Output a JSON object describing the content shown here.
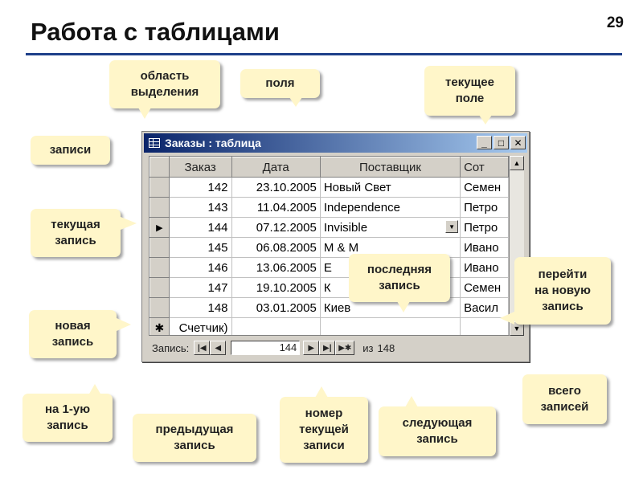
{
  "slide": {
    "title": "Работа с таблицами",
    "page_number": "29"
  },
  "window": {
    "title": "Заказы : таблица",
    "columns": [
      "Заказ",
      "Дата",
      "Поставщик",
      "Сот"
    ],
    "rows": [
      {
        "indicator": "",
        "order": "142",
        "date": "23.10.2005",
        "supplier": "Новый Свет",
        "employee": "Семен"
      },
      {
        "indicator": "",
        "order": "143",
        "date": "11.04.2005",
        "supplier": "Independence",
        "employee": "Петро"
      },
      {
        "indicator": "▶",
        "order": "144",
        "date": "07.12.2005",
        "supplier": "Invisible",
        "employee": "Петро"
      },
      {
        "indicator": "",
        "order": "145",
        "date": "06.08.2005",
        "supplier": "M & M",
        "employee": "Ивано"
      },
      {
        "indicator": "",
        "order": "146",
        "date": "13.06.2005",
        "supplier": "Е",
        "employee": "Ивано"
      },
      {
        "indicator": "",
        "order": "147",
        "date": "19.10.2005",
        "supplier": "К",
        "employee": "Семен"
      },
      {
        "indicator": "",
        "order": "148",
        "date": "03.01.2005",
        "supplier": "Киев",
        "employee": "Васил"
      }
    ],
    "new_row": {
      "indicator": "✱",
      "order": "Счетчик)"
    },
    "nav": {
      "label": "Запись:",
      "current": "144",
      "of_label": "из",
      "total": "148"
    }
  },
  "callouts": {
    "selection_area": "область\nвыделения",
    "fields": "поля",
    "current_field": "текущее\nполе",
    "records": "записи",
    "current_record": "текущая\nзапись",
    "new_record": "новая\nзапись",
    "last_record": "последняя\nзапись",
    "go_new": "перейти\nна новую\nзапись",
    "total": "всего\nзаписей",
    "first": "на 1-ую\nзапись",
    "prev": "предыдущая\nзапись",
    "current_number": "номер\nтекущей\nзаписи",
    "next": "следующая\nзапись"
  },
  "colors": {
    "callout_bg": "#fff6c9",
    "rule": "#1e3f8a",
    "titlebar_start": "#0a246a",
    "titlebar_end": "#a6caf0"
  },
  "icons": {
    "first": "first-record-icon",
    "prev": "prev-record-icon",
    "next": "next-record-icon",
    "last": "last-record-icon",
    "new": "new-record-icon",
    "current_row": "current-row-arrow-icon",
    "new_row": "asterisk-icon"
  }
}
